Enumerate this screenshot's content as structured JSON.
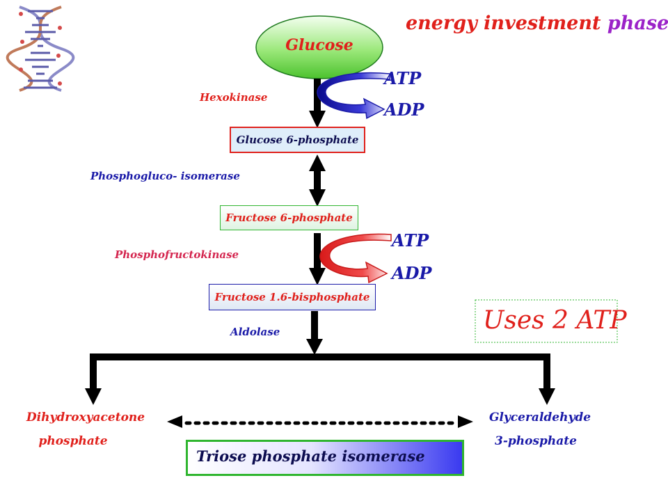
{
  "title": {
    "part1": "energy investment ",
    "part2": "phase"
  },
  "nodes": {
    "glucose": "Glucose",
    "g6p": "Glucose 6-phosphate",
    "f6p": "Fructose 6-phosphate",
    "f16bp": "Fructose 1.6-bisphosphate"
  },
  "enzymes": {
    "hexokinase": "Hexokinase",
    "isomerase": "Phosphogluco- isomerase",
    "pfk": "Phosphofructokinase",
    "aldolase": "Aldolase",
    "tpi": "Triose phosphate isomerase"
  },
  "cofactors": {
    "step1_in": "ATP",
    "step1_out": "ADP",
    "step3_in": "ATP",
    "step3_out": "ADP"
  },
  "products": {
    "dhap_line1": "Dihydroxyacetone",
    "dhap_line2": "phosphate",
    "g3p_line1": "Glyceraldehyde",
    "g3p_line2": "3-phosphate"
  },
  "note": "Uses 2 ATP",
  "colors": {
    "red": "#e0201b",
    "purple": "#9b22c8",
    "blue": "#1a1aa8",
    "pink": "#d4264f",
    "green": "#2fb52f",
    "navy": "#0d0d70"
  },
  "icons": {
    "decoration": "dna-helix-icon"
  }
}
